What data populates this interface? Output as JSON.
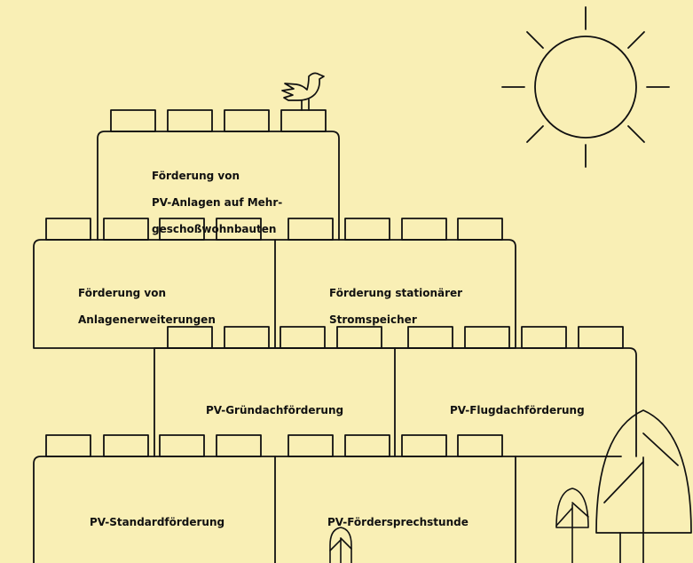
{
  "colors": {
    "background": "#f9efb5",
    "stroke": "#111111"
  },
  "icons": [
    "sun-icon",
    "bird-icon",
    "tree-icon"
  ],
  "blocks": {
    "mehrgeschoss": {
      "lines": [
        "Förderung von",
        "PV-Anlagen auf Mehr-",
        "geschoßwohnbauten"
      ]
    },
    "anlagenerweiterungen": {
      "lines": [
        "Förderung von",
        "Anlagenerweiterungen"
      ]
    },
    "stromspeicher": {
      "lines": [
        "Förderung stationärer",
        "Stromspeicher"
      ]
    },
    "gruendach": {
      "lines": [
        "PV-Gründachförderung"
      ]
    },
    "flugdach": {
      "lines": [
        "PV-Flugdachförderung"
      ]
    },
    "standard": {
      "lines": [
        "PV-Standardförderung"
      ]
    },
    "foerdersprechstunde": {
      "lines": [
        "PV-Fördersprechstunde"
      ]
    }
  }
}
